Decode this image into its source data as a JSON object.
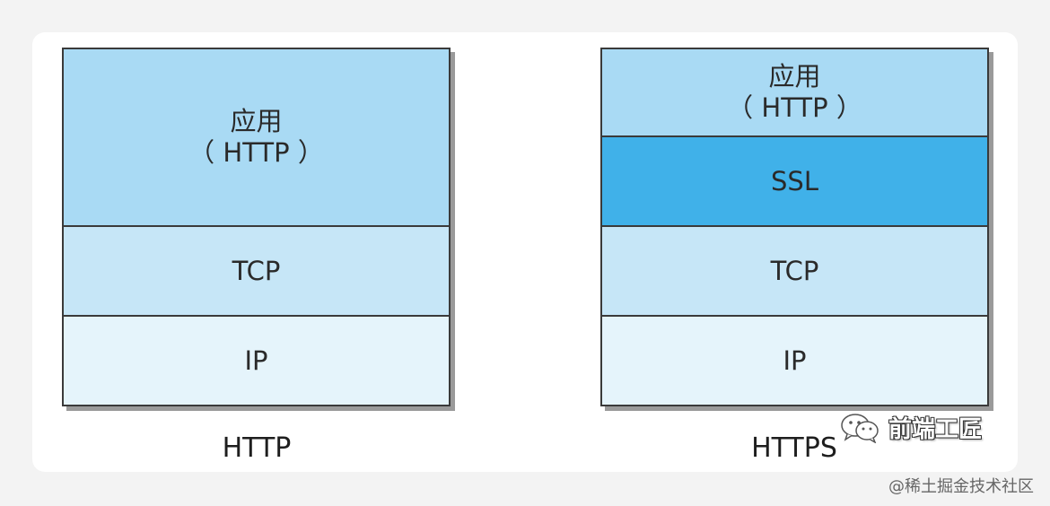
{
  "http_stack": {
    "caption": "HTTP",
    "layers": [
      {
        "line1": "应用",
        "line2": "（ HTTP ）"
      },
      {
        "line1": "TCP"
      },
      {
        "line1": "IP"
      }
    ]
  },
  "https_stack": {
    "caption": "HTTPS",
    "layers": [
      {
        "line1": "应用",
        "line2": "（ HTTP ）"
      },
      {
        "line1": "SSL"
      },
      {
        "line1": "TCP"
      },
      {
        "line1": "IP"
      }
    ]
  },
  "colors": {
    "application": "#a9daf4",
    "ssl": "#40b1e9",
    "tcp": "#c6e6f7",
    "ip": "#e5f4fb",
    "border": "#3a3a3a"
  },
  "watermark": {
    "brand": "前端工匠",
    "icon": "wechat-icon",
    "site": "@稀土掘金技术社区"
  }
}
